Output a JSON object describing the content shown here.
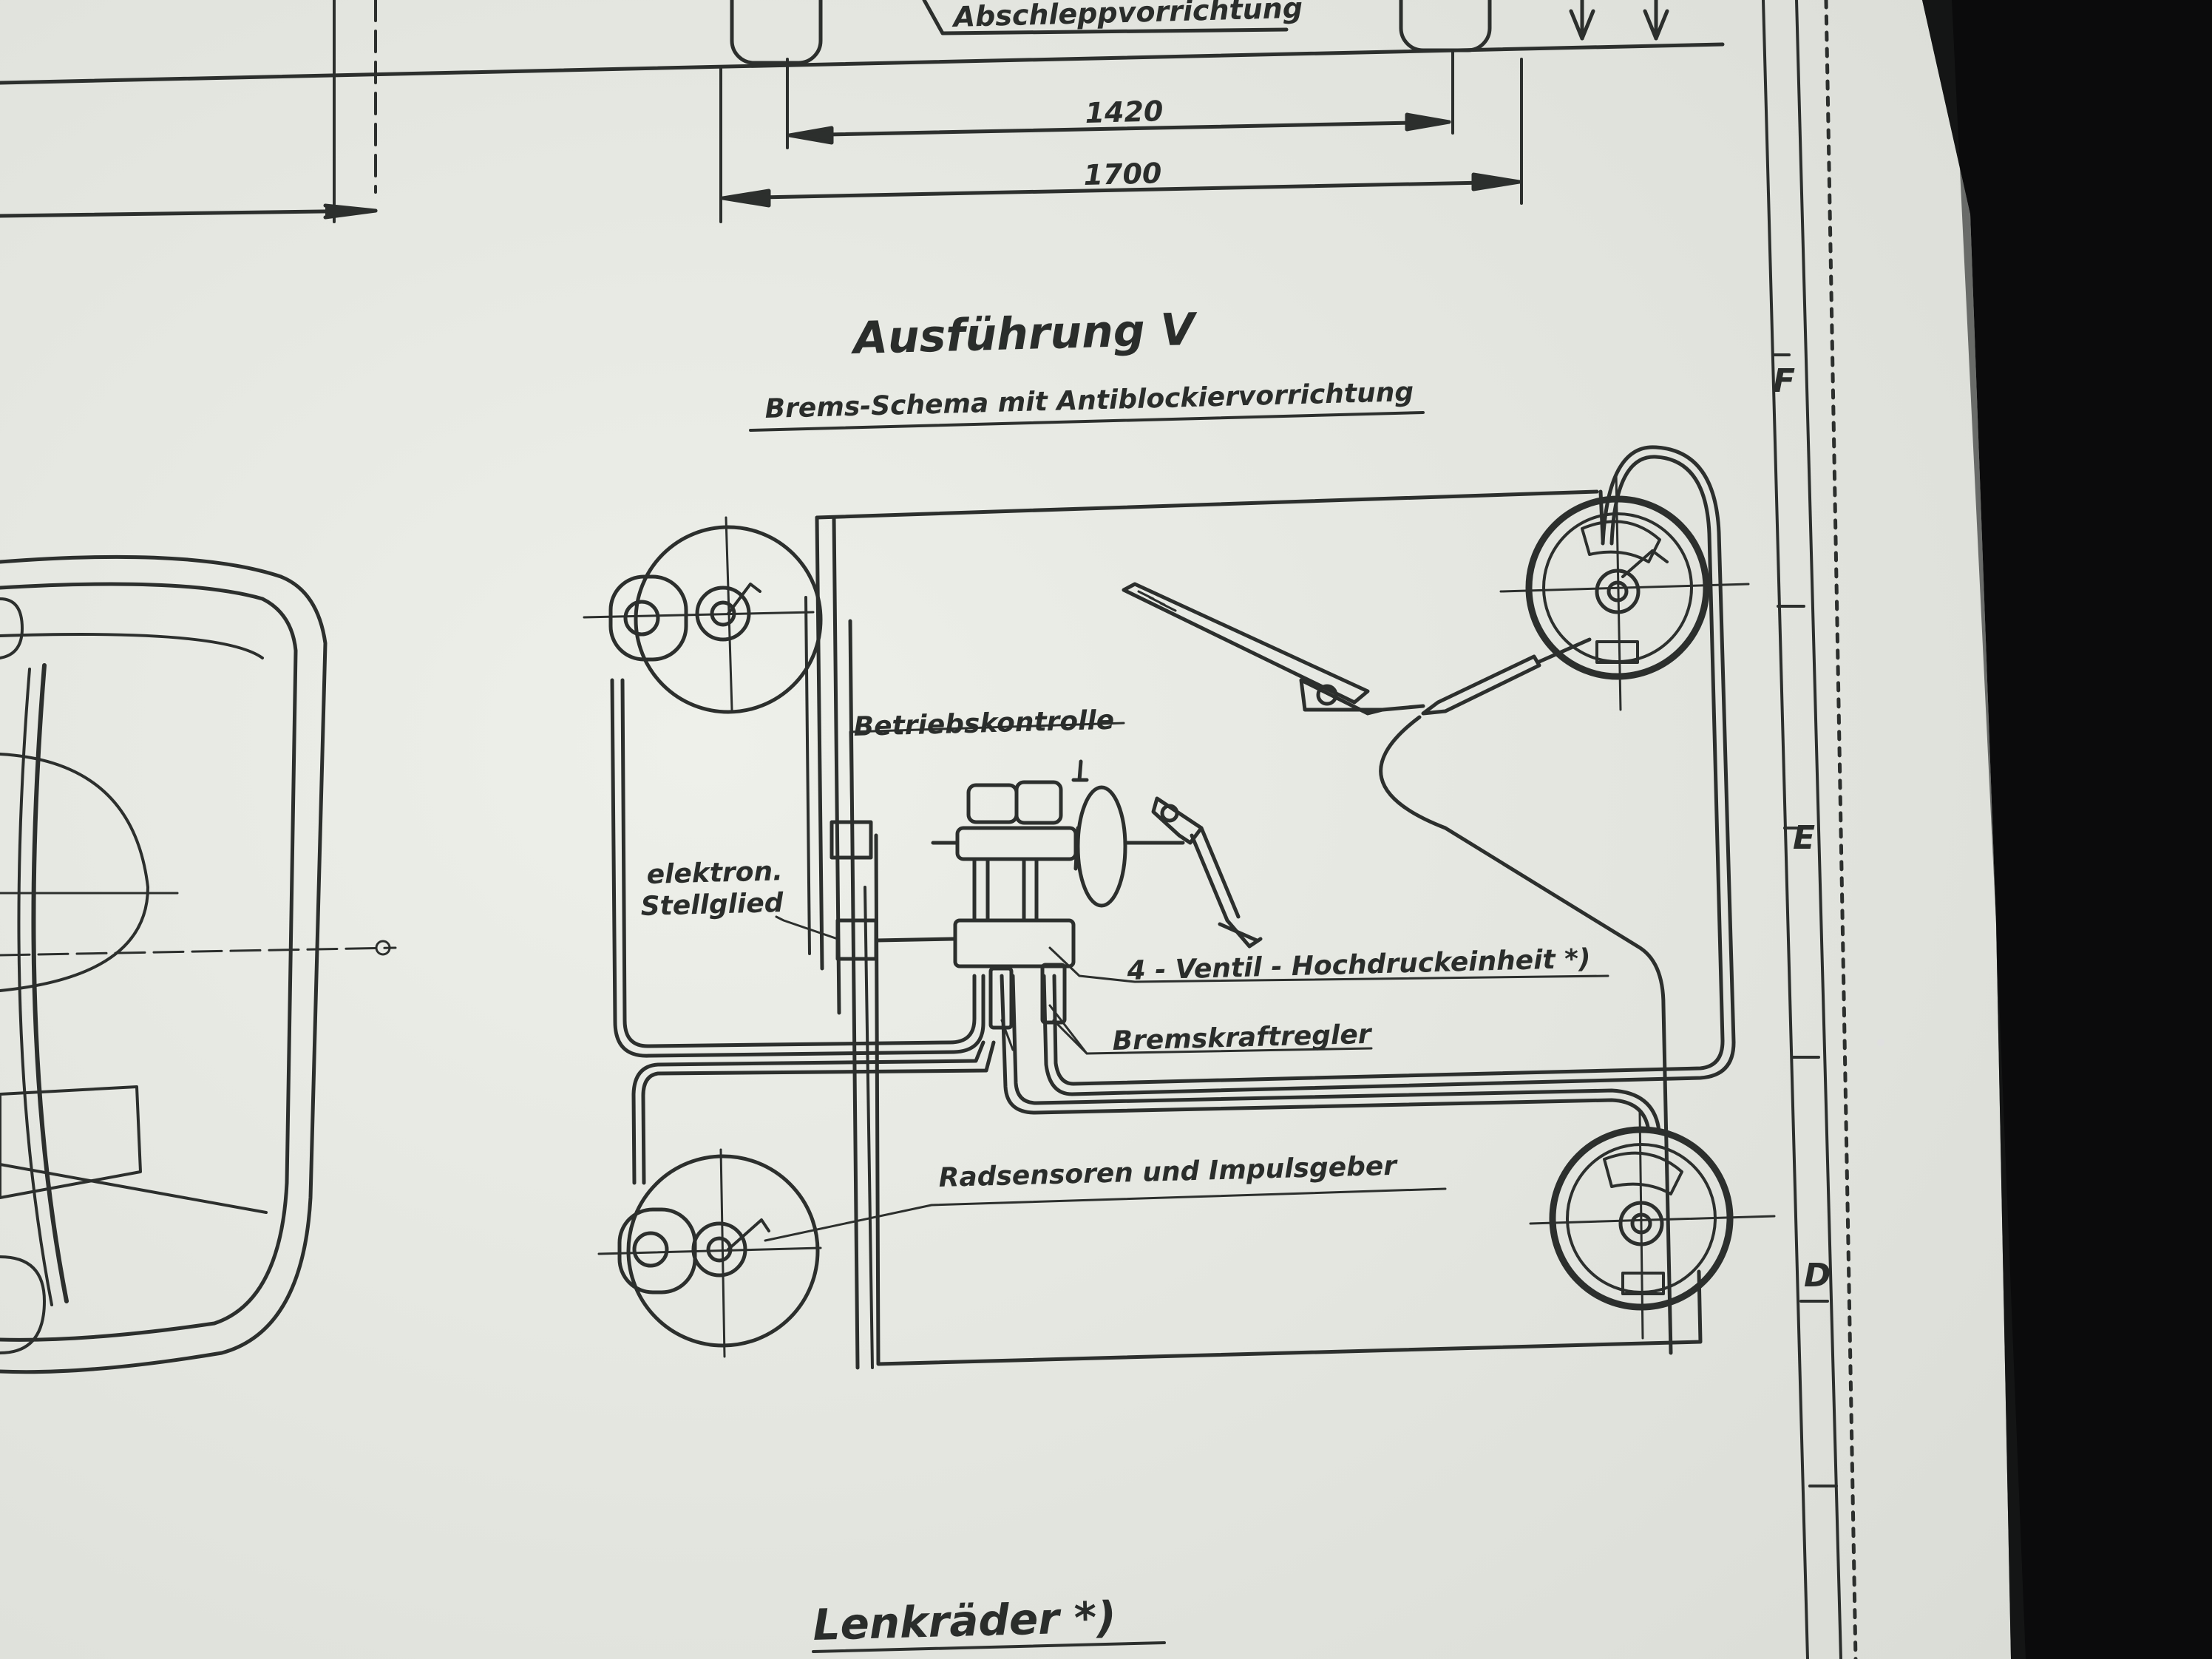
{
  "dimensions": {
    "d1420": "1420",
    "d1700": "1700"
  },
  "labels": {
    "top_label": "Abschleppvorrichtung",
    "title": "Ausführung V",
    "subtitle": "Brems-Schema mit Antiblockiervorrichtung",
    "betriebskontrolle": "Betriebskontrolle",
    "elektron_line1": "elektron.",
    "elektron_line2": "Stellglied",
    "ventil": "4 - Ventil - Hochdruckeinheit *)",
    "bremskraftregler": "Bremskraftregler",
    "radsensoren": "Radsensoren und Impulsgeber",
    "lenkraeder": "Lenkräder *)"
  },
  "margin_letters": {
    "f": "F",
    "e": "E",
    "d": "D"
  },
  "colors": {
    "paper": "#e9eae5",
    "ink": "#2c2f2d",
    "background": "#0b0b0c"
  }
}
